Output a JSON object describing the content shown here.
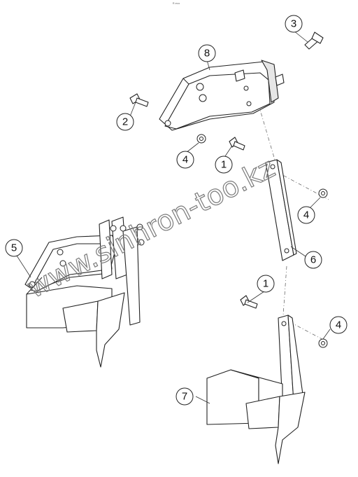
{
  "header": {
    "tiny_mark": "R.eco"
  },
  "watermark": {
    "text": "www.sinhron-too.kz",
    "color": "#7a7a7a"
  },
  "callouts": [
    {
      "id": "c3",
      "label": "3"
    },
    {
      "id": "c8",
      "label": "8"
    },
    {
      "id": "c2",
      "label": "2"
    },
    {
      "id": "c4a",
      "label": "4"
    },
    {
      "id": "c1a",
      "label": "1"
    },
    {
      "id": "c4b",
      "label": "4"
    },
    {
      "id": "c5",
      "label": "5"
    },
    {
      "id": "c6",
      "label": "6"
    },
    {
      "id": "c1b",
      "label": "1"
    },
    {
      "id": "c4c",
      "label": "4"
    },
    {
      "id": "c7",
      "label": "7"
    }
  ]
}
